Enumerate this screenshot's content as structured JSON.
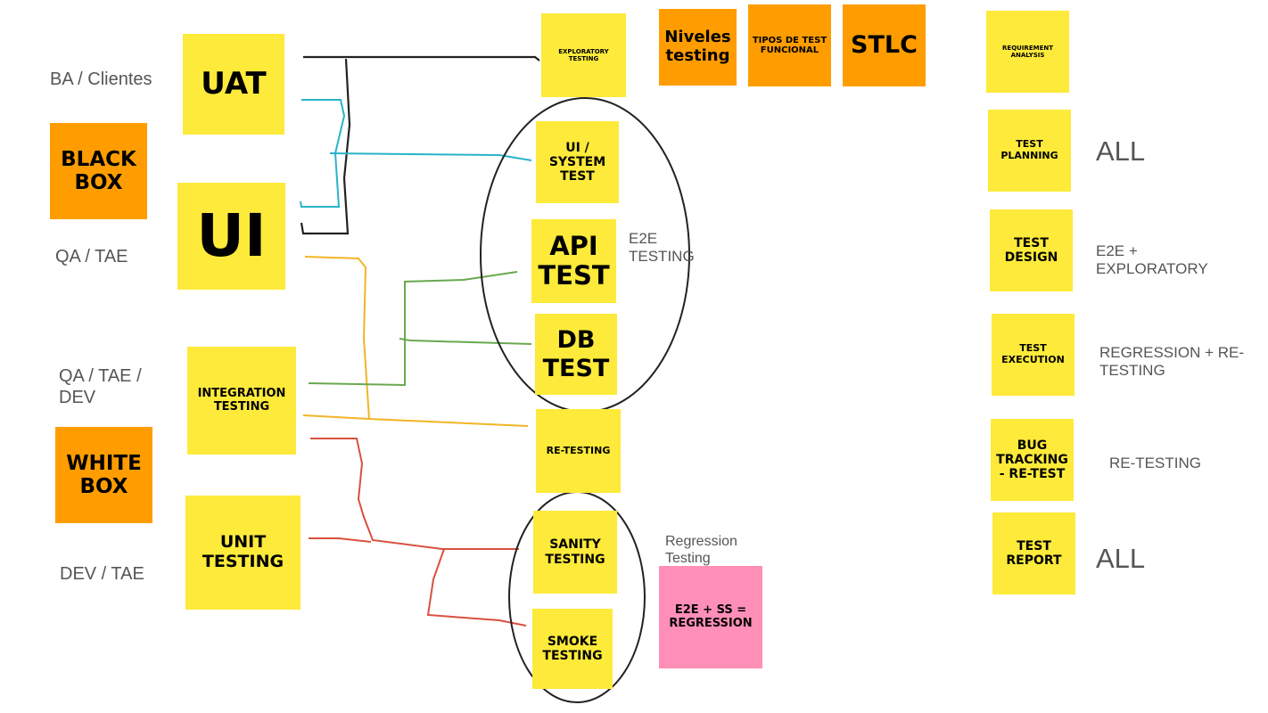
{
  "board": {
    "left_notes": {
      "uat": "UAT",
      "black_box": "BLACK\nBOX",
      "ui": "UI",
      "integration_testing": "INTEGRATION\nTESTING",
      "white_box": "WHITE\nBOX",
      "unit_testing": "UNIT\nTESTING"
    },
    "left_labels": {
      "ba_clientes": "BA / Clientes",
      "qa_tae": "QA / TAE",
      "qa_tae_dev": "QA / TAE /\nDEV",
      "dev_tae": "DEV / TAE"
    },
    "middle_notes": {
      "exploratory": "EXPLORATORY\nTESTING",
      "ui_system": "UI /\nSYSTEM\nTEST",
      "api_test": "API\nTEST",
      "db_test": "DB\nTEST",
      "re_testing": "RE-TESTING",
      "sanity": "SANITY\nTESTING",
      "smoke": "SMOKE\nTESTING",
      "e2e_ss": "E2E + SS =\nREGRESSION"
    },
    "middle_labels": {
      "e2e_testing": "E2E\nTESTING",
      "regression_testing": "Regression\nTesting"
    },
    "header_notes": {
      "niveles": "Niveles\ntesting",
      "tipos": "TIPOS DE TEST\nFUNCIONAL",
      "stlc": "STLC"
    },
    "stlc_notes": {
      "requirement": "REQUIREMENT\nANALYSIS",
      "planning": "TEST\nPLANNING",
      "design": "TEST\nDESIGN",
      "execution": "TEST\nEXECUTION",
      "bug_tracking": "BUG\nTRACKING\n- RE-TEST",
      "report": "TEST\nREPORT"
    },
    "stlc_labels": {
      "all_1": "ALL",
      "e2e_exploratory": "E2E +\nEXPLORATORY",
      "regression_retesting": "REGRESSION + RE-\nTESTING",
      "re_testing": "RE-TESTING",
      "all_2": "ALL"
    },
    "colors": {
      "sticky_yellow": "#fdea3a",
      "sticky_orange": "#ff9d00",
      "sticky_pink": "#ff8fb6",
      "line_black": "#222222",
      "line_teal": "#29b3c9",
      "line_orange": "#f2b526",
      "line_green": "#6aa84f",
      "line_red": "#d9503f"
    }
  }
}
